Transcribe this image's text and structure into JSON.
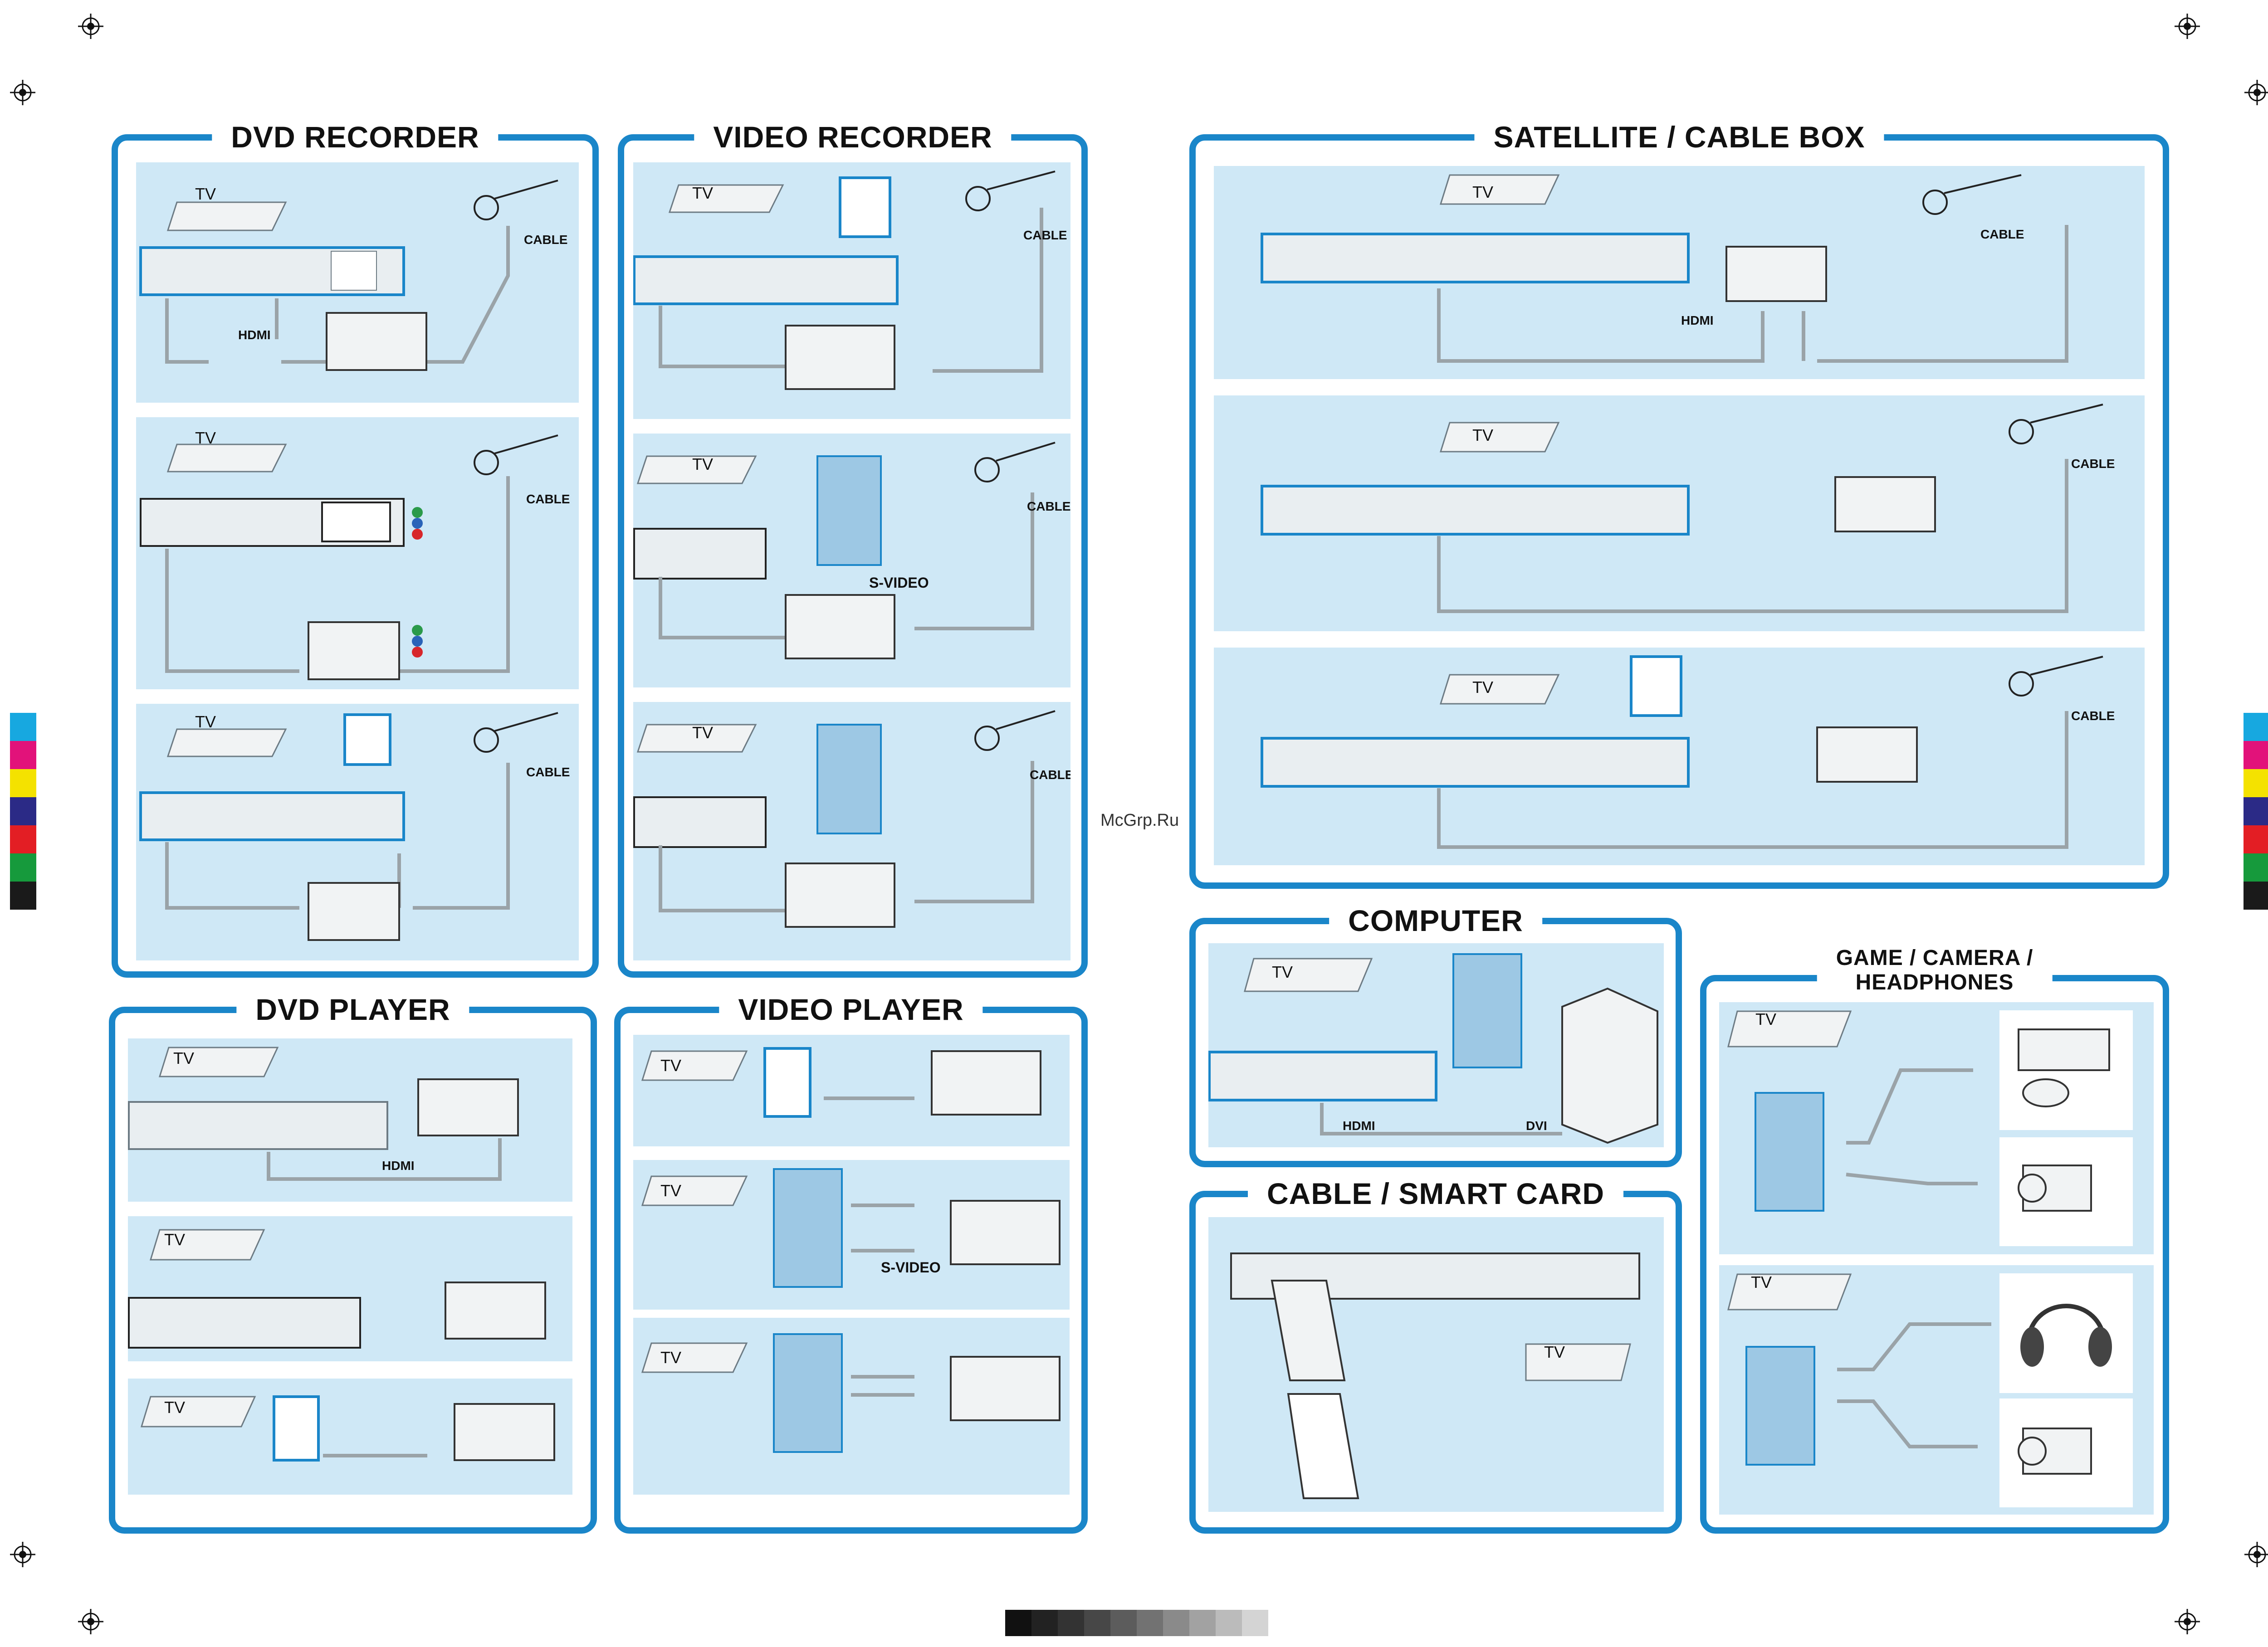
{
  "panels": {
    "dvd_recorder": {
      "title": "DVD RECORDER"
    },
    "video_recorder": {
      "title": "VIDEO RECORDER"
    },
    "satellite_cable_box": {
      "title": "SATELLITE / CABLE BOX"
    },
    "dvd_player": {
      "title": "DVD PLAYER"
    },
    "video_player": {
      "title": "VIDEO PLAYER"
    },
    "computer": {
      "title": "COMPUTER"
    },
    "cable_smart_card": {
      "title": "CABLE / SMART CARD"
    },
    "game_camera_headphones": {
      "title_line1": "GAME / CAMERA /",
      "title_line2": "HEADPHONES"
    }
  },
  "labels": {
    "tv": "TV",
    "cable": "CABLE",
    "hdmi": "HDMI",
    "dvi": "DVI",
    "s_video": "S-VIDEO"
  },
  "watermark": "McGrp.Ru",
  "colors": {
    "frame_blue": "#1a86c9",
    "scene_bg": "#cfe8f6",
    "cable_gray": "#9aa3a8",
    "device_fill": "#f1f3f4",
    "connector_red": "#d7262b",
    "connector_green": "#2a9a4a",
    "connector_blue": "#2a63b8",
    "connector_yellow": "#f1d21c",
    "connector_white": "#ffffff"
  },
  "icons": [
    "registration-mark-icon",
    "antenna-icon",
    "satellite-dish-icon",
    "game-controller-icon",
    "camcorder-icon",
    "headphones-icon",
    "computer-tower-icon",
    "smart-card-icon"
  ]
}
